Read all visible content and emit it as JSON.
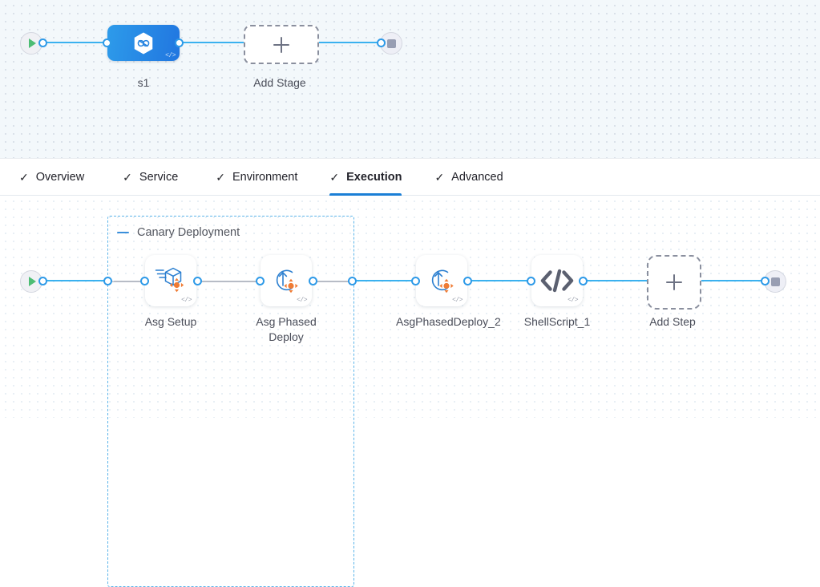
{
  "stage_canvas": {
    "start_node": {
      "name": "pipeline-start",
      "icon": "play-icon"
    },
    "end_node": {
      "name": "pipeline-end",
      "icon": "stop-icon"
    },
    "stage": {
      "label": "s1",
      "icon": "harness-hexagon-icon",
      "code_badge": "</>"
    },
    "add_stage": {
      "label": "Add Stage",
      "icon": "plus-icon"
    }
  },
  "tabs": {
    "check_glyph": "✓",
    "items": [
      {
        "id": "overview",
        "label": "Overview",
        "active": false
      },
      {
        "id": "service",
        "label": "Service",
        "active": false
      },
      {
        "id": "environment",
        "label": "Environment",
        "active": false
      },
      {
        "id": "execution",
        "label": "Execution",
        "active": true
      },
      {
        "id": "advanced",
        "label": "Advanced",
        "active": false
      }
    ],
    "active_color": "#1b7fd6"
  },
  "execution_canvas": {
    "start_node": {
      "name": "execution-start",
      "icon": "play-icon"
    },
    "end_node": {
      "name": "execution-end",
      "icon": "stop-icon"
    },
    "group": {
      "title": "Canary Deployment",
      "collapse_icon": "minus-icon",
      "border_color": "#5bb4ea"
    },
    "steps": [
      {
        "id": "asg-setup",
        "label": "Asg Setup",
        "icon": "asg-setup-box-icon",
        "code_badge": "</>"
      },
      {
        "id": "asg-phased-deploy",
        "label": "Asg Phased Deploy",
        "icon": "asg-deploy-refresh-icon",
        "code_badge": "</>"
      },
      {
        "id": "asgphaseddeploy-2",
        "label": "AsgPhasedDeploy_2",
        "icon": "asg-deploy-refresh-icon",
        "code_badge": "</>"
      },
      {
        "id": "shellscript-1",
        "label": "ShellScript_1",
        "icon": "code-brackets-icon",
        "code_badge": "</>"
      }
    ],
    "add_step": {
      "label": "Add Step",
      "icon": "plus-icon"
    }
  },
  "colors": {
    "edge_blue": "#3ab1ef",
    "port_blue": "#2e9ae8",
    "stage_blue_start": "#2d9bea",
    "stage_blue_end": "#2176e0",
    "aws_orange": "#ef7b34",
    "icon_blue": "#2b7fd0",
    "label_gray": "#4a4d59",
    "canvas_top_bg": "#f3f8fb",
    "canvas_bottom_bg": "#ffffff"
  }
}
